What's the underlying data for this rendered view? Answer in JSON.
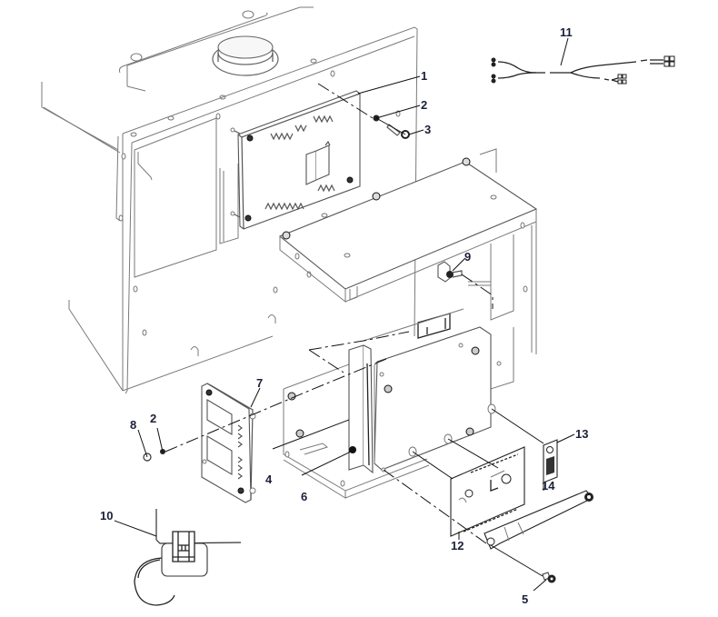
{
  "diagram": {
    "type": "exploded-parts-view",
    "subject": "Control box / voltage regulator assembly",
    "callout_color": "#1a1f3a",
    "line_color": "#555555",
    "callouts": [
      {
        "id": "c1",
        "label": "1",
        "part": "circuit-board"
      },
      {
        "id": "c2a",
        "label": "2",
        "part": "lock-washer"
      },
      {
        "id": "c3",
        "label": "3",
        "part": "standoff-screw"
      },
      {
        "id": "c11",
        "label": "11",
        "part": "wire-harness"
      },
      {
        "id": "c9",
        "label": "9",
        "part": "toggle-switch"
      },
      {
        "id": "c7",
        "label": "7",
        "part": "relay-board"
      },
      {
        "id": "c8",
        "label": "8",
        "part": "nut"
      },
      {
        "id": "c2b",
        "label": "2",
        "part": "lock-washer"
      },
      {
        "id": "c4",
        "label": "4",
        "part": "mounting-bracket"
      },
      {
        "id": "c6",
        "label": "6",
        "part": "screw"
      },
      {
        "id": "c13",
        "label": "13",
        "part": "decal-small"
      },
      {
        "id": "c14",
        "label": "14",
        "part": "strap"
      },
      {
        "id": "c12",
        "label": "12",
        "part": "face-plate-decal"
      },
      {
        "id": "c10",
        "label": "10",
        "part": "current-sensor"
      },
      {
        "id": "c5",
        "label": "5",
        "part": "bolt"
      }
    ]
  }
}
